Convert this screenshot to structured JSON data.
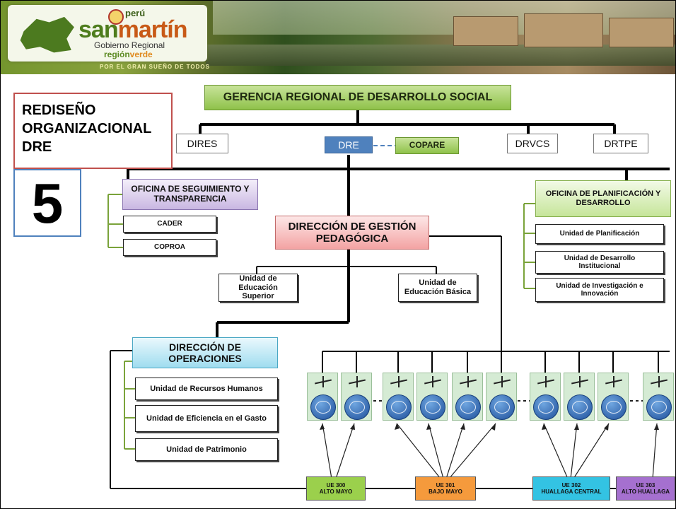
{
  "banner": {
    "peru": "perú",
    "brand_start": "san",
    "brand_end": "martín",
    "subtitle": "Gobierno Regional",
    "region_start": "región",
    "region_end": "verde",
    "slogan": "POR EL GRAN SUEÑO DE TODOS"
  },
  "title": {
    "line1": "REDISEÑO",
    "line2": "ORGANIZACIONAL",
    "line3": "DRE",
    "number": "5"
  },
  "org": {
    "gerencia": "GERENCIA REGIONAL DE DESARROLLO SOCIAL",
    "dires": "DIRES",
    "dre": "DRE",
    "copare": "COPARE",
    "drvcs": "DRVCS",
    "drtpe": "DRTPE",
    "oficina_seguimiento": "OFICINA DE SEGUIMIENTO Y TRANSPARENCIA",
    "cader": "CADER",
    "coproa": "COPROA",
    "direccion_gestion": "DIRECCIÓN DE GESTIÓN PEDAGÓGICA",
    "unidad_superior": "Unidad de Educación Superior",
    "unidad_basica": "Unidad de Educación Básica",
    "oficina_planificacion": "OFICINA DE PLANIFICACIÓN Y DESARROLLO",
    "unidad_planificacion": "Unidad de Planificación",
    "unidad_desarrollo": "Unidad de Desarrollo Institucional",
    "unidad_investigacion": "Unidad de Investigación e Innovación",
    "direccion_operaciones": "DIRECCIÓN DE OPERACIONES",
    "unidad_rrhh": "Unidad de Recursos Humanos",
    "unidad_eficiencia": "Unidad de Eficiencia en el Gasto",
    "unidad_patrimonio": "Unidad de Patrimonio"
  },
  "ues": [
    {
      "code": "UE 300",
      "name": "ALTO MAYO",
      "color": "#9bd04c"
    },
    {
      "code": "UE 301",
      "name": "BAJO MAYO",
      "color": "#f59a3c"
    },
    {
      "code": "UE 302",
      "name": "HUALLAGA CENTRAL",
      "color": "#33c3e3"
    },
    {
      "code": "UE 303",
      "name": "ALTO HUALLAGA",
      "color": "#a570cf"
    }
  ],
  "colors": {
    "gerencia_fill": "#9bd04c",
    "dre_fill": "#4f81bd",
    "connector": "#000000",
    "copare_link": "#4f81bd"
  },
  "icons": {
    "school": "school-globe-icon",
    "map": "san-martin-map-icon",
    "emblem": "regional-emblem-icon"
  }
}
